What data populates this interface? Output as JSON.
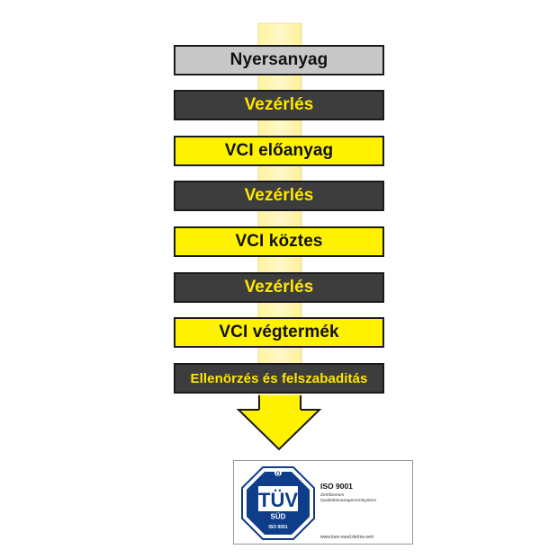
{
  "flow": {
    "steps": [
      {
        "label": "Nyersanyag",
        "kind": "raw"
      },
      {
        "label": "Vezérlés",
        "kind": "control"
      },
      {
        "label": "VCI előanyag",
        "kind": "vci"
      },
      {
        "label": "Vezérlés",
        "kind": "control"
      },
      {
        "label": "VCI köztes",
        "kind": "vci"
      },
      {
        "label": "Vezérlés",
        "kind": "control"
      },
      {
        "label": "VCI végtermék",
        "kind": "vci"
      },
      {
        "label": "Ellenörzés és felszabaditás",
        "kind": "final"
      }
    ]
  },
  "certificate": {
    "logo_text": "TÜV",
    "logo_sub": "SÜD",
    "logo_letter": "Q",
    "logo_iso": "ISO 9001",
    "title": "ISO 9001",
    "subtitle_line1": "Zertifiziertes",
    "subtitle_line2": "Qualitätsmanagementsystem",
    "url": "www.tuev-sued.de/ms-zert"
  },
  "colors": {
    "yellow": "#fff200",
    "yellow_light": "#fff6a8",
    "dark_box": "#3d3d3d",
    "gray_box": "#c8c8c8",
    "tuv_blue": "#0f3d8a"
  }
}
